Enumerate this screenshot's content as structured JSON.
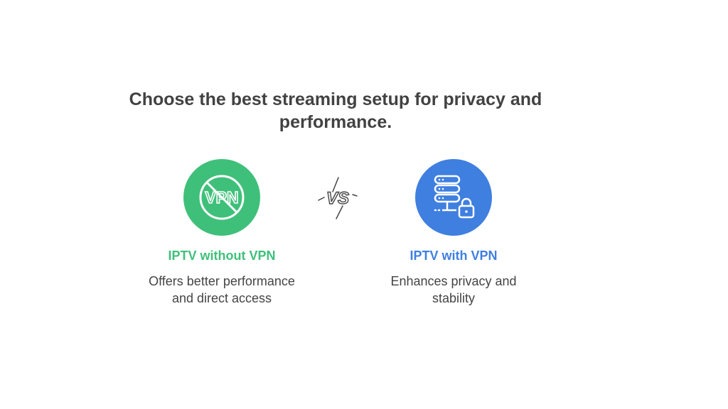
{
  "title": {
    "line1": "Choose the best streaming setup for privacy and",
    "line2": "performance."
  },
  "left_option": {
    "icon": "no-vpn-icon",
    "icon_text": "VPN",
    "title": "IPTV without VPN",
    "desc_line1": "Offers better performance",
    "desc_line2": "and direct access",
    "color": "#3fc07a"
  },
  "vs_label": "VS",
  "right_option": {
    "icon": "server-lock-icon",
    "title": "IPTV with VPN",
    "desc_line1": "Enhances privacy and",
    "desc_line2": "stability",
    "color": "#3f7fe0"
  }
}
